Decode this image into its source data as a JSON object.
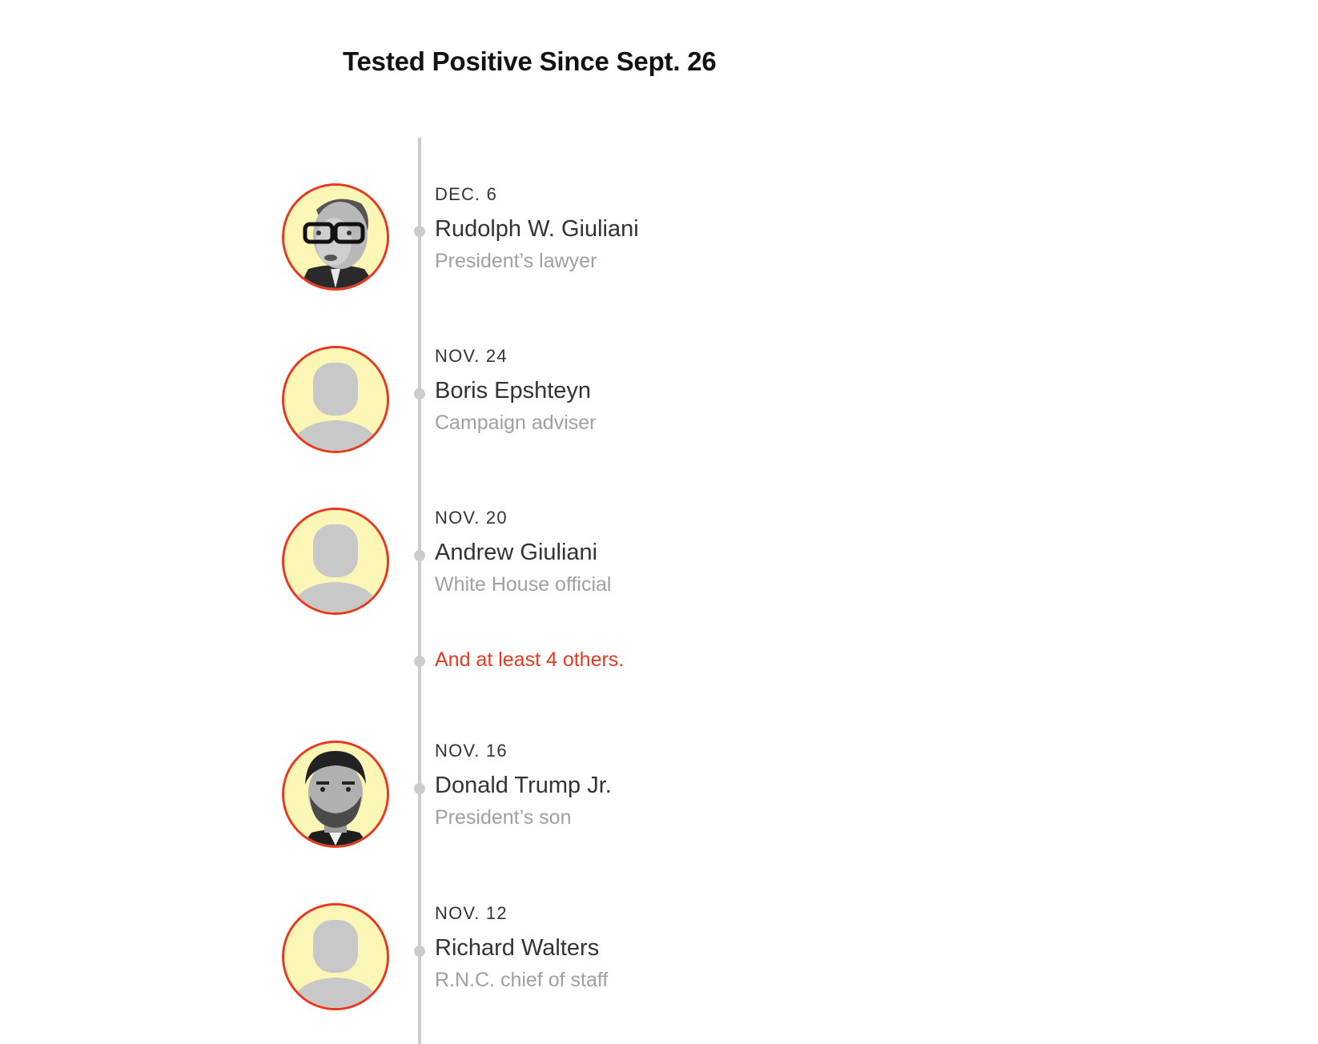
{
  "header": {
    "title": "Tested Positive Since Sept. 26"
  },
  "colors": {
    "accent": "#e9381f",
    "avatar_bg": "#fbf6b5",
    "timeline": "#cccccc",
    "role_text": "#a0a0a0"
  },
  "entries": [
    {
      "date": "DEC. 6",
      "name": "Rudolph W. Giuliani",
      "role": "President’s lawyer",
      "avatar": "photo-rudolph-giuliani"
    },
    {
      "date": "NOV. 24",
      "name": "Boris Epshteyn",
      "role": "Campaign adviser",
      "avatar": "placeholder-person-icon"
    },
    {
      "date": "NOV. 20",
      "name": "Andrew Giuliani",
      "role": "White House official",
      "avatar": "placeholder-person-icon"
    },
    {
      "date": "NOV. 16",
      "name": "Donald Trump Jr.",
      "role": "President’s son",
      "avatar": "photo-donald-trump-jr"
    },
    {
      "date": "NOV. 12",
      "name": "Richard Walters",
      "role": "R.N.C. chief of staff",
      "avatar": "placeholder-person-icon"
    }
  ],
  "others_note": "And at least 4 others."
}
